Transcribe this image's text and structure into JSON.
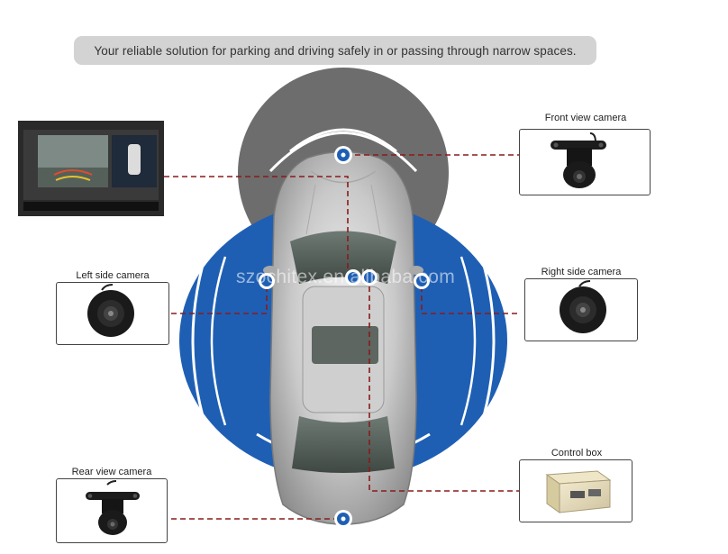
{
  "banner": {
    "text": "Your reliable solution for parking and driving safely in or passing through narrow spaces."
  },
  "labels": {
    "front": "Front view camera",
    "left": "Left side camera",
    "right": "Right side camera",
    "rear": "Rear view camera",
    "control": "Control box"
  },
  "watermark": "szochitex.en.alibaba.com",
  "colors": {
    "blue": "#1e5fb4",
    "gray_zone": "#6d6d6d",
    "connector_line": "#8b1a1a",
    "banner_bg": "#d3d3d3"
  },
  "icons": {
    "front_camera": "front-camera-icon",
    "left_camera": "side-camera-icon",
    "right_camera": "side-camera-icon",
    "rear_camera": "rear-camera-icon",
    "control_box": "control-box-icon",
    "monitor": "monitor-display-icon"
  }
}
